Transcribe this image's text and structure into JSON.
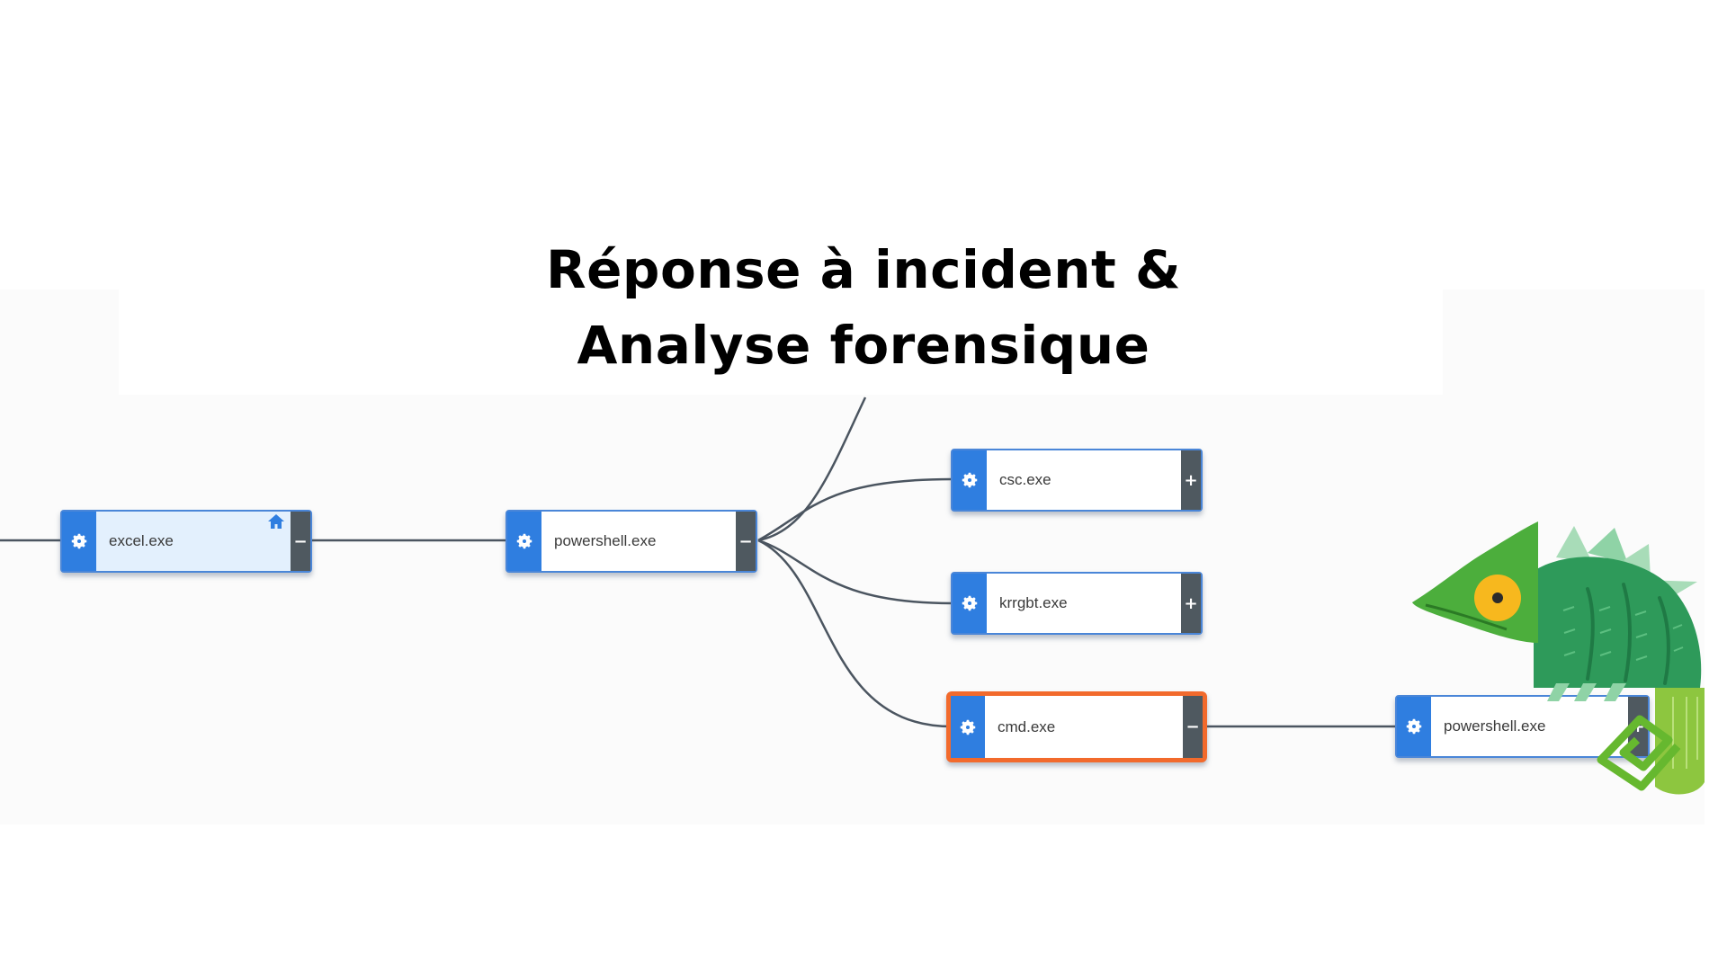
{
  "title": {
    "line1": "Réponse à incident &",
    "line2": "Analyse forensique"
  },
  "colors": {
    "node_border": "#4a86d8",
    "gear_bg": "#2f7ee0",
    "toggle_bg": "#4f5960",
    "root_bg": "#e3f0fd",
    "selected_border": "#f26a2c",
    "edge": "#4b5560"
  },
  "nodes": {
    "excel": {
      "label": "excel.exe",
      "toggle": "−",
      "badge_icon": "home-icon"
    },
    "powershell_1": {
      "label": "powershell.exe",
      "toggle": "−"
    },
    "csc": {
      "label": "csc.exe",
      "toggle": "+"
    },
    "krrgbt": {
      "label": "krrgbt.exe",
      "toggle": "+"
    },
    "cmd": {
      "label": "cmd.exe",
      "toggle": "−"
    },
    "powershell_2": {
      "label": "powershell.exe",
      "toggle": "+"
    }
  },
  "decoration": {
    "mascot": "chameleon-icon"
  }
}
